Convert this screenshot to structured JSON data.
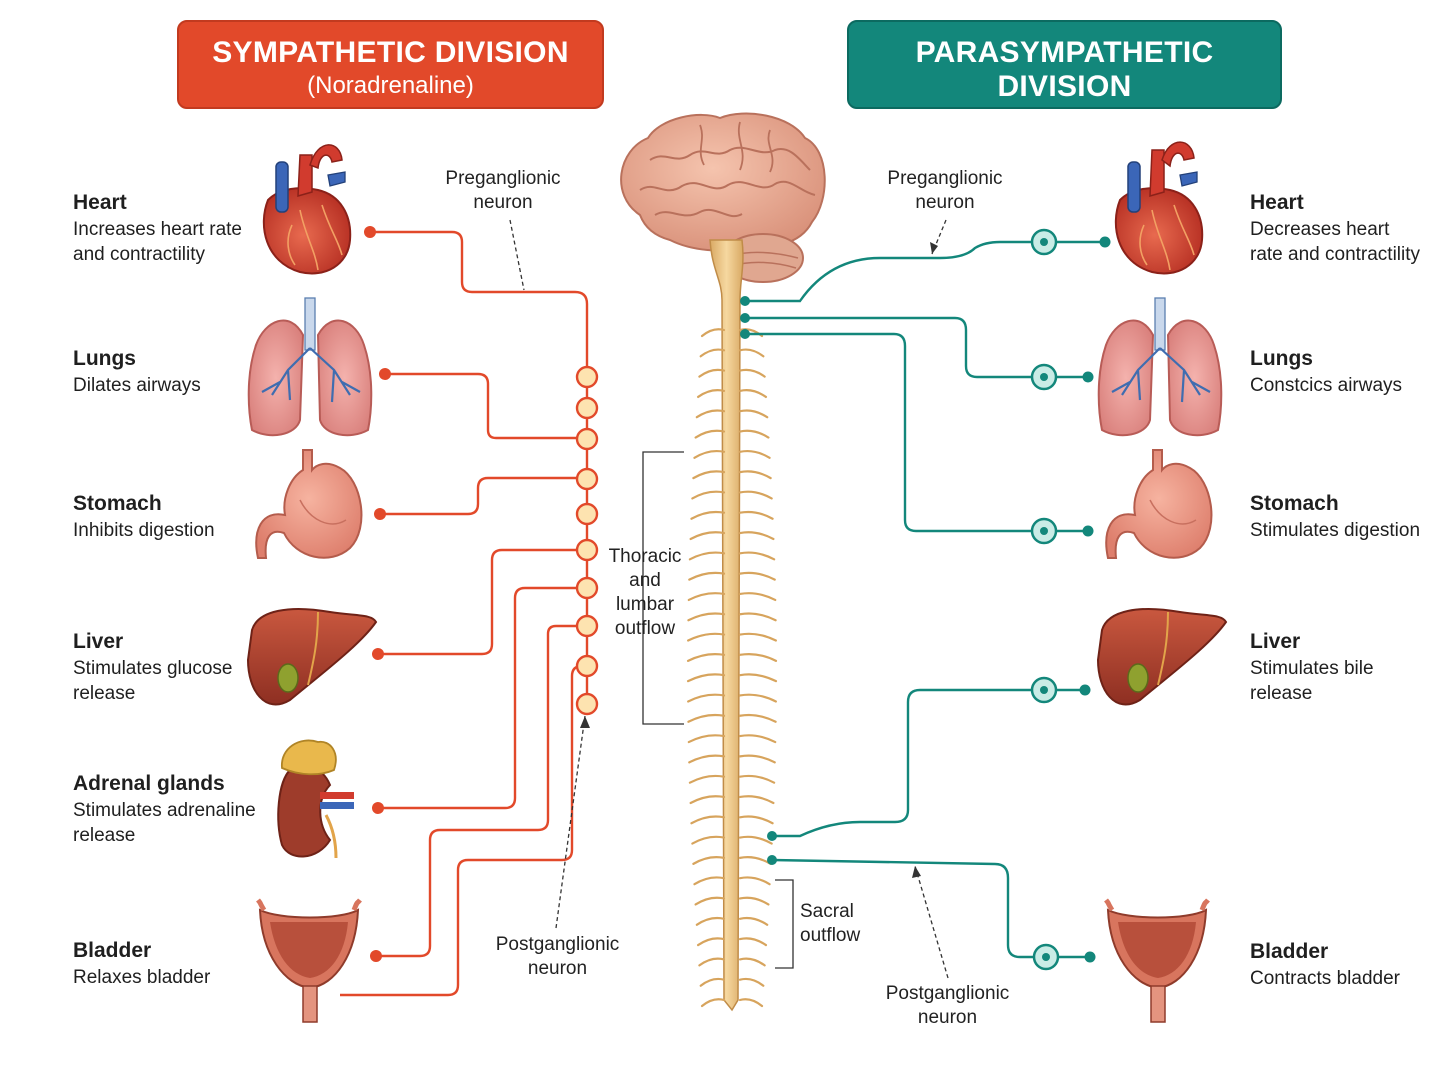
{
  "sympathetic": {
    "title": "SYMPATHETIC DIVISION",
    "subtitle": "(Noradrenaline)",
    "color": "#e2492a",
    "organs": [
      {
        "name": "Heart",
        "effect": "Increases heart rate and contractility"
      },
      {
        "name": "Lungs",
        "effect": "Dilates airways"
      },
      {
        "name": "Stomach",
        "effect": "Inhibits digestion"
      },
      {
        "name": "Liver",
        "effect": "Stimulates glucose release"
      },
      {
        "name": "Adrenal glands",
        "effect": "Stimulates adrenaline release"
      },
      {
        "name": "Bladder",
        "effect": "Relaxes bladder"
      }
    ]
  },
  "parasympathetic": {
    "title": "PARASYMPATHETIC DIVISION",
    "subtitle": "(Acetylcholine)",
    "color": "#13877b",
    "organs": [
      {
        "name": "Heart",
        "effect": "Decreases heart rate and contractility"
      },
      {
        "name": "Lungs",
        "effect": "Constcics airways"
      },
      {
        "name": "Stomach",
        "effect": "Stimulates digestion"
      },
      {
        "name": "Liver",
        "effect": "Stimulates bile release"
      },
      {
        "name": "Bladder",
        "effect": "Contracts bladder"
      }
    ]
  },
  "labels": {
    "preganglionic": "Preganglionic neuron",
    "postganglionic": "Postganglionic neuron",
    "thoracic_l1": "Thoracic",
    "thoracic_l2": "and",
    "thoracic_l3": "lumbar",
    "thoracic_l4": "outflow",
    "sacral_l1": "Sacral",
    "sacral_l2": "outflow",
    "pre_left_l1": "Preganglionic",
    "pre_left_l2": "neuron",
    "post_left_l1": "Postganglionic",
    "post_left_l2": "neuron",
    "pre_right_l1": "Preganglionic",
    "pre_right_l2": "neuron",
    "post_right_l1": "Postganglionic",
    "post_right_l2": "neuron"
  }
}
